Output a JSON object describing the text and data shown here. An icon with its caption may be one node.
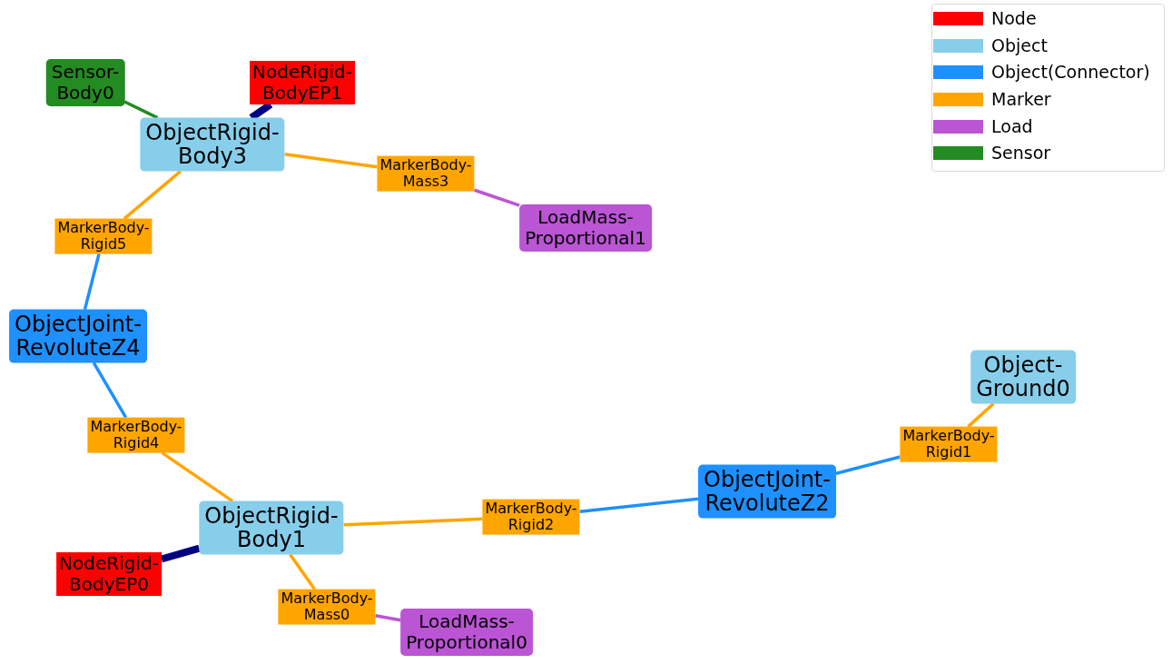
{
  "diagram": {
    "nodes": [
      {
        "text": [
          "Sensor- Body0"
        ]
      },
      {
        "text": [
          "NodeRigid- BodyEP1"
        ]
      },
      {
        "text": [
          "ObjectRigid- Body3"
        ]
      },
      {
        "text": [
          "MarkerBody- Mass3"
        ]
      },
      {
        "text": [
          "MarkerBody- Rigid5"
        ]
      },
      {
        "text": [
          "LoadMass- Proportional1"
        ]
      },
      {
        "text": [
          "ObjectJoint- RevoluteZ4"
        ]
      },
      {
        "text": [
          "Object- Ground0"
        ]
      },
      {
        "text": [
          "MarkerBody- Rigid4"
        ]
      },
      {
        "text": [
          "MarkerBody- Rigid1"
        ]
      },
      {
        "text": [
          "ObjectJoint- RevoluteZ2"
        ]
      },
      {
        "text": [
          "ObjectRigid- Body1"
        ]
      },
      {
        "text": [
          "MarkerBody- Rigid2"
        ]
      },
      {
        "text": [
          "NodeRigid- BodyEP0"
        ]
      },
      {
        "text": [
          "MarkerBody- Mass0"
        ]
      },
      {
        "text": [
          "LoadMass- Proportional0"
        ]
      }
    ],
    "edges": [
      {
        "from": 0,
        "to": 2,
        "arrow": "none",
        "color": "#228b22"
      },
      {
        "from": 1,
        "to": 2,
        "arrow": "none",
        "style": "thick",
        "color": "#000080"
      },
      {
        "from": 2,
        "to": 3,
        "arrow": "none"
      },
      {
        "from": 3,
        "to": 5,
        "arrow": "none",
        "color": "#ba55d3"
      },
      {
        "from": 2,
        "to": 4,
        "arrow": "none"
      },
      {
        "from": 4,
        "to": 6,
        "arrow": "none",
        "color": "#1e90ff"
      },
      {
        "from": 6,
        "to": 8,
        "arrow": "none",
        "color": "#1e90ff"
      },
      {
        "from": 8,
        "to": 11,
        "arrow": "none"
      },
      {
        "from": 11,
        "to": 12,
        "arrow": "none"
      },
      {
        "from": 12,
        "to": 10,
        "arrow": "none",
        "color": "#1e90ff"
      },
      {
        "from": 10,
        "to": 9,
        "arrow": "none",
        "color": "#1e90ff"
      },
      {
        "from": 9,
        "to": 7,
        "arrow": "none"
      },
      {
        "from": 13,
        "to": 11,
        "arrow": "none",
        "style": "thick",
        "color": "#000080"
      },
      {
        "from": 11,
        "to": 14,
        "arrow": "none"
      },
      {
        "from": 14,
        "to": 15,
        "arrow": "none",
        "color": "#ba55d3"
      }
    ],
    "legend": [
      {
        "text": "Node",
        "color": "#ff0000"
      },
      {
        "text": "Object",
        "color": "#87ceeb"
      },
      {
        "text": "Object(Connector)",
        "color": "#1e90ff"
      },
      {
        "text": "Marker",
        "color": "#ffa500"
      },
      {
        "text": "Load",
        "color": "#ba55d3"
      },
      {
        "text": "Sensor",
        "color": "#228b22"
      }
    ]
  }
}
